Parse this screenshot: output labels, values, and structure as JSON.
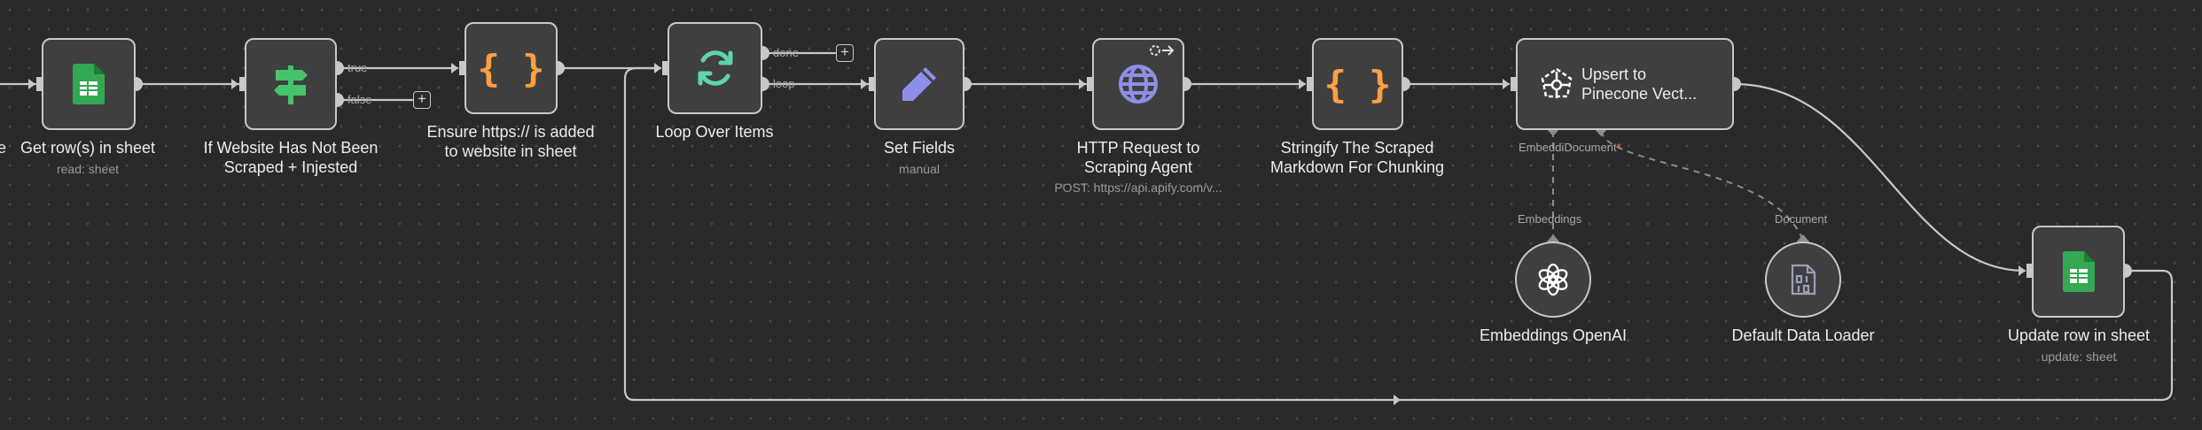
{
  "canvas": {
    "colors": {
      "background": "#2a2a2a",
      "node_fill": "#3f3f3f",
      "node_border": "#c8c8c8",
      "wire": "#c8c8c8",
      "required": "#ff6d5a"
    }
  },
  "nodes": {
    "get_rows": {
      "title": "Get row(s) in sheet",
      "subtitle": "read: sheet",
      "icon": "google-sheets-icon"
    },
    "if_scraped": {
      "title": "If Website Has Not Been\nScraped + Injested",
      "icon": "signpost-icon",
      "output_true": "true",
      "output_false": "false"
    },
    "ensure_https": {
      "title": "Ensure https:// is added\nto website in sheet",
      "icon": "code-braces-icon"
    },
    "loop": {
      "title": "Loop Over Items",
      "icon": "loop-arrows-icon",
      "output_done": "done",
      "output_loop": "loop"
    },
    "set_fields": {
      "title": "Set Fields",
      "subtitle": "manual",
      "icon": "pencil-icon"
    },
    "http_request": {
      "title": "HTTP Request to\nScraping Agent",
      "subtitle": "POST: https://api.apify.com/v...",
      "icon": "globe-icon"
    },
    "stringify": {
      "title": "Stringify The Scraped\nMarkdown For Chunking",
      "icon": "code-braces-icon"
    },
    "pinecone": {
      "title": "Upsert to\nPinecone Vect...",
      "icon": "pinecone-icon",
      "input_embedding": "Embeddi",
      "input_document": "Document",
      "required_marker": "*"
    },
    "embeddings": {
      "title": "Embeddings OpenAI",
      "icon": "openai-icon",
      "port_label": "Embeddings"
    },
    "loader": {
      "title": "Default Data Loader",
      "icon": "binary-file-icon",
      "port_label": "Document"
    },
    "update_row": {
      "title": "Update row in sheet",
      "subtitle": "update: sheet",
      "icon": "google-sheets-icon"
    }
  },
  "partial_label": "e",
  "add_button_symbol": "+"
}
